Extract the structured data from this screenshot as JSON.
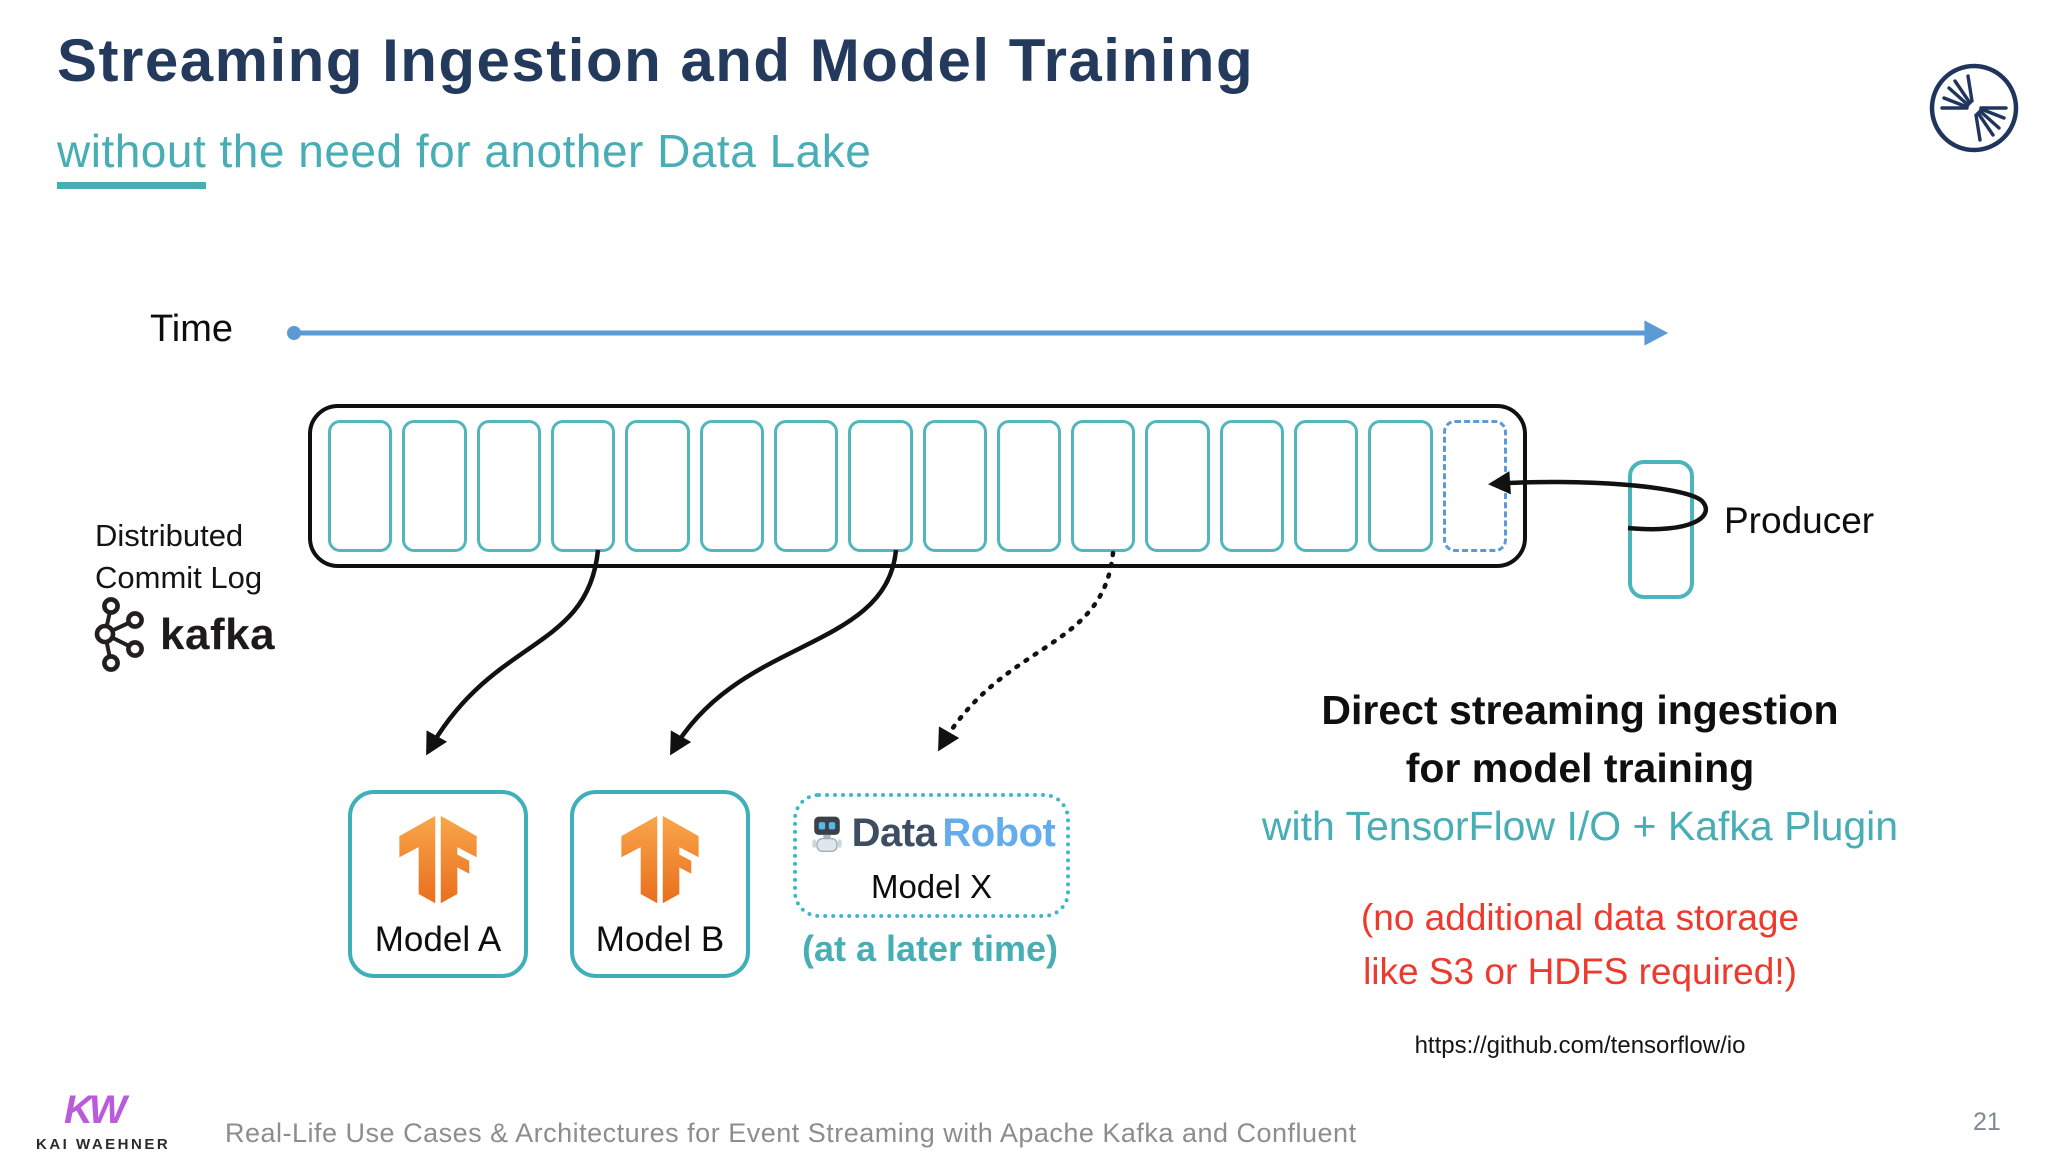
{
  "header": {
    "title": "Streaming Ingestion and Model Training",
    "subtitle_underlined": "without",
    "subtitle_rest": " the need for another Data Lake"
  },
  "timeline": {
    "label": "Time"
  },
  "commit_log": {
    "solid_cells": 15,
    "dashed_cells": 1,
    "label_line1": "Distributed",
    "label_line2": "Commit Log",
    "kafka_label": "kafka"
  },
  "producer": {
    "label": "Producer"
  },
  "models": [
    {
      "label": "Model A"
    },
    {
      "label": "Model B"
    }
  ],
  "datarobot": {
    "brand_data": "Data",
    "brand_robot": "Robot",
    "model_label": "Model X",
    "timing_note": "(at a later time)"
  },
  "callout": {
    "line1": "Direct streaming ingestion",
    "line2": "for model training",
    "line3": "with TensorFlow I/O + Kafka Plugin",
    "warning_line1": "(no additional data storage",
    "warning_line2": "like S3 or HDFS required!)",
    "link": "https://github.com/tensorflow/io"
  },
  "footer": {
    "logo_text": "KW",
    "logo_name": "KAI WAEHNER",
    "caption": "Real-Life Use Cases & Architectures for Event Streaming with Apache Kafka and Confluent",
    "page_number": "21"
  },
  "colors": {
    "navy": "#233a5d",
    "teal": "#46aeb4",
    "cell_teal": "#53b6bd",
    "blue": "#5b9bd5",
    "red": "#ee392d",
    "tf_orange_light": "#f9a64a",
    "tf_orange_dark": "#e96e1d",
    "kw_purple": "#b95bdb"
  }
}
